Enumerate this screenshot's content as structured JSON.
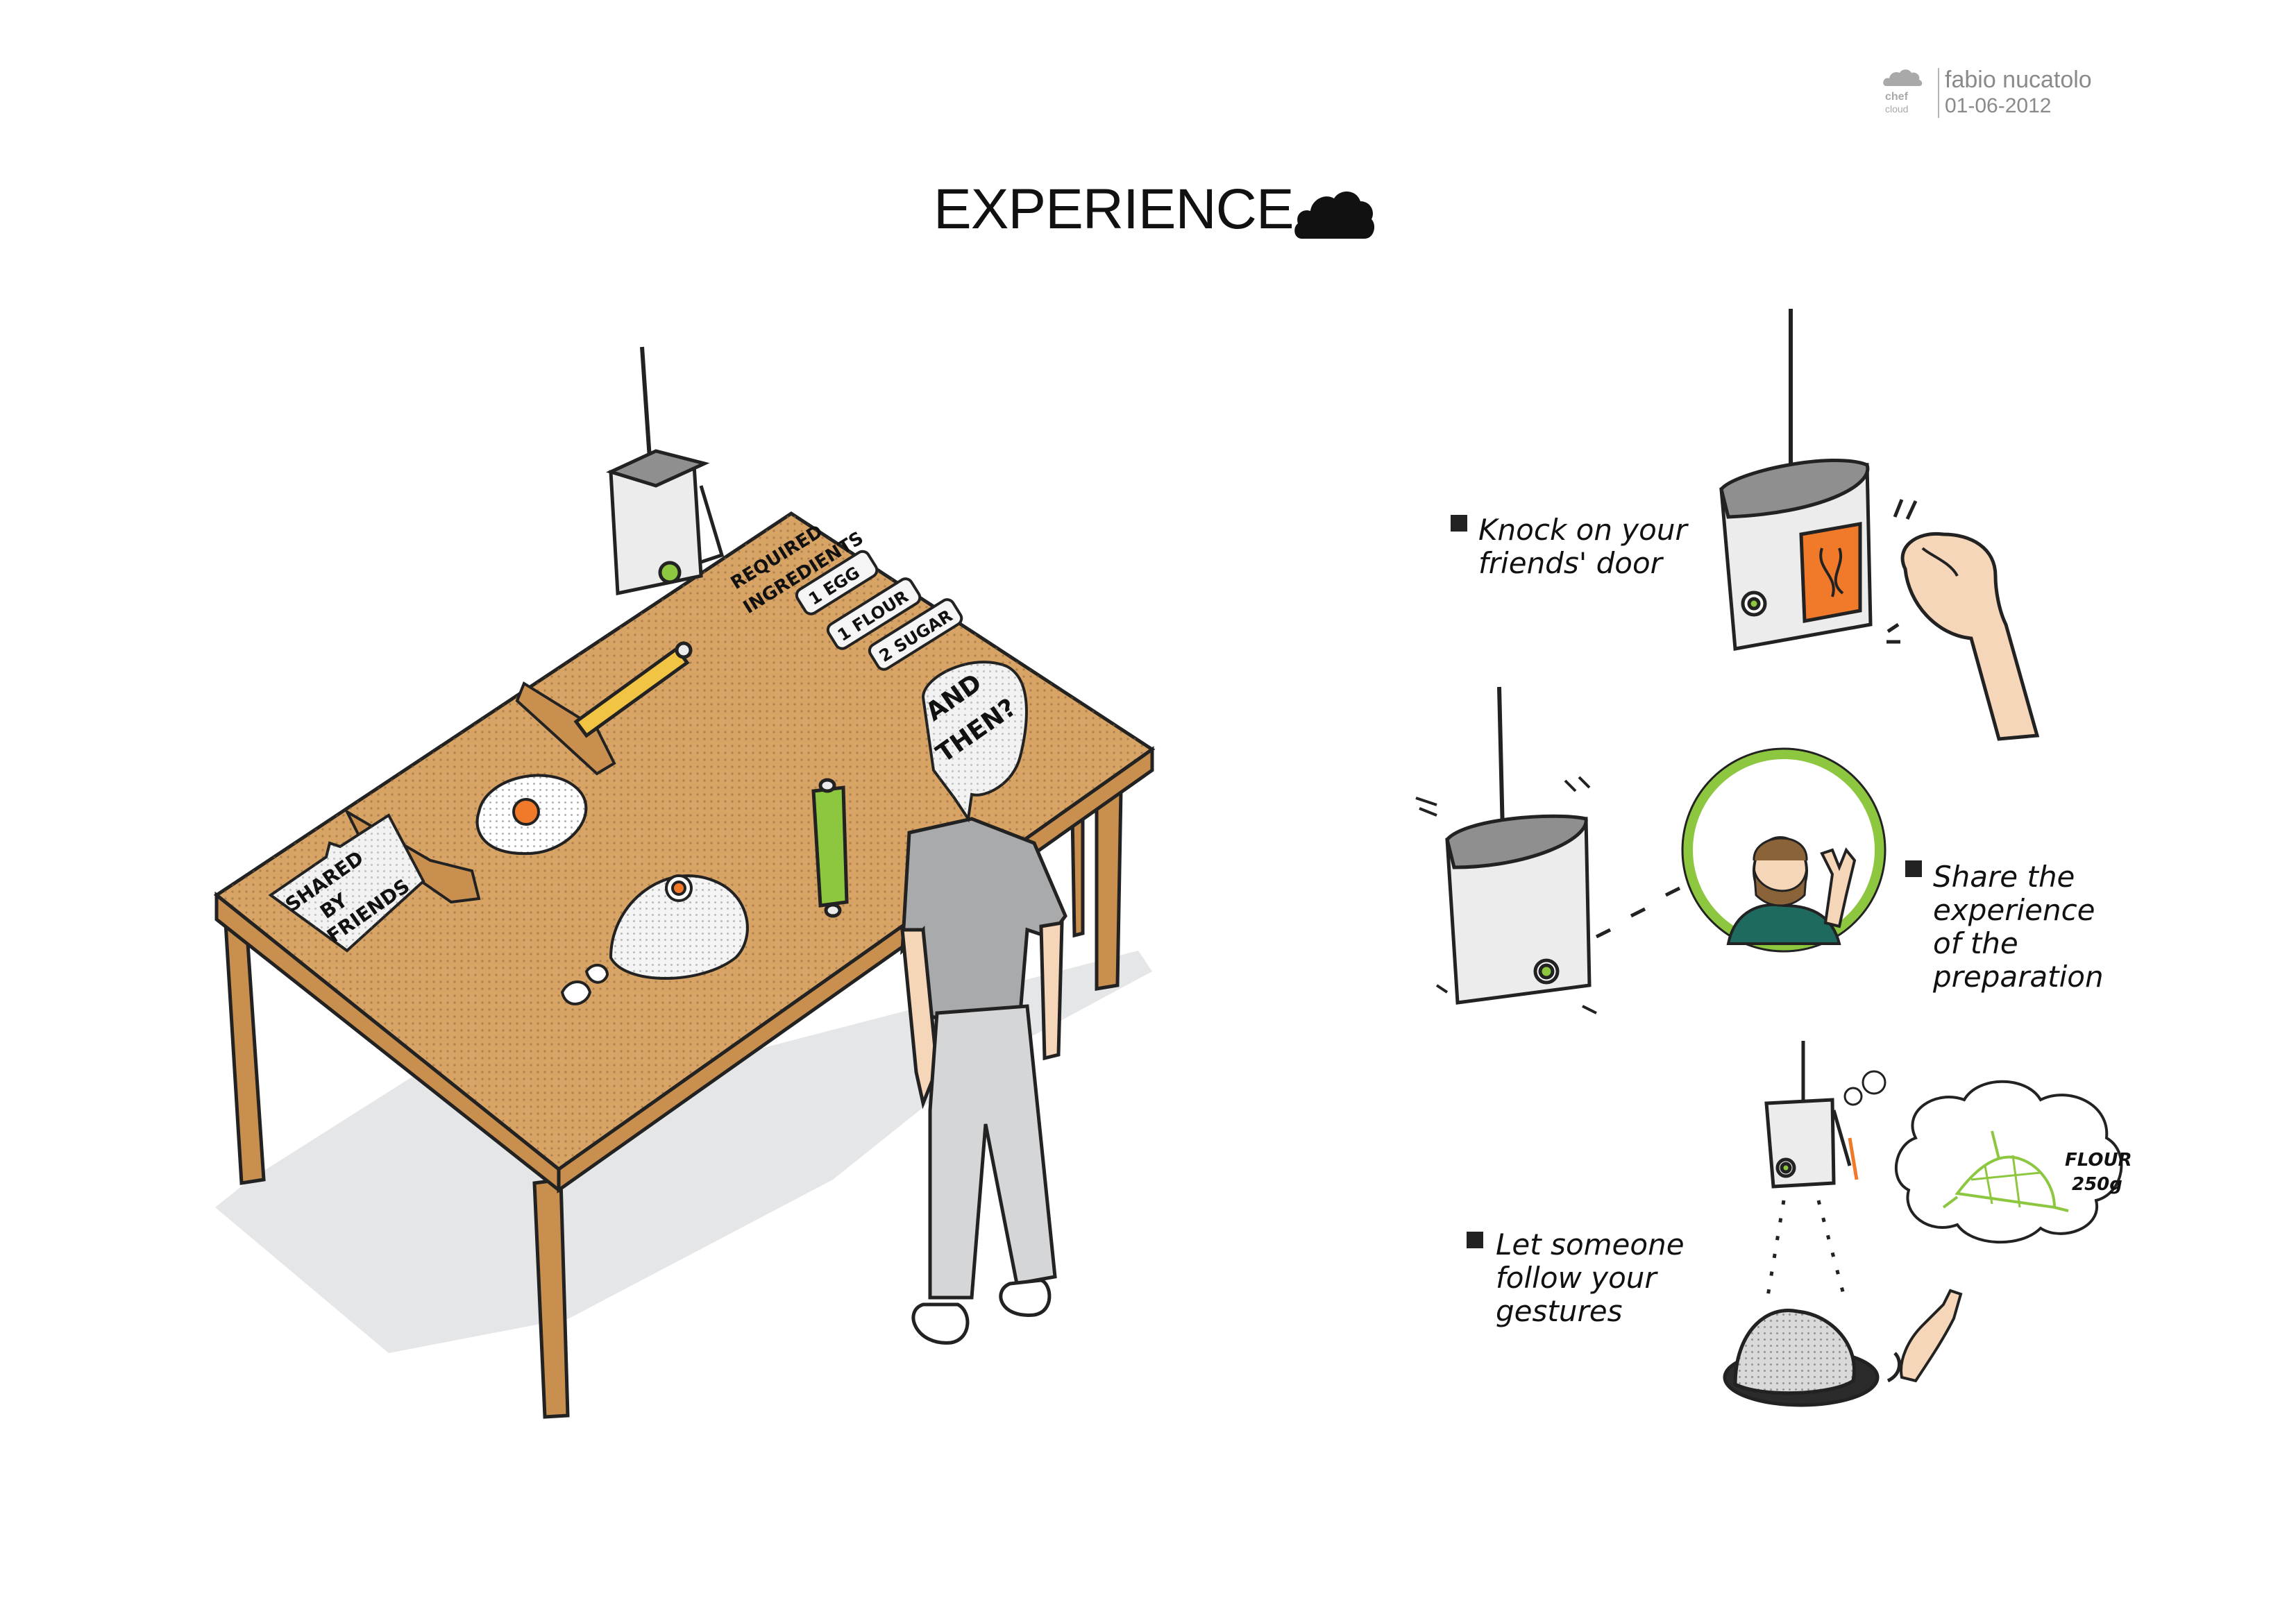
{
  "header": {
    "brand_top": "chef",
    "brand_bottom": "cloud",
    "author": "fabio nucatolo",
    "date": "01-06-2012"
  },
  "title": "EXPERIENCE",
  "main_scene": {
    "bubble_top": [
      "AND",
      "THEN?"
    ],
    "bubble_left": [
      "SHARED",
      "BY",
      "FRIENDS"
    ],
    "table_note": [
      "REQUIRED",
      "INGREDIENTS"
    ],
    "ingredient_tags": [
      "1 EGG",
      "1 FLOUR",
      "2 SUGAR"
    ]
  },
  "steps": [
    {
      "line1": "Knock on your",
      "line2": "friends' door",
      "line3": "",
      "line4": ""
    },
    {
      "line1": "Share the",
      "line2": "experience",
      "line3": "of the",
      "line4": "preparation"
    },
    {
      "line1": "Let someone",
      "line2": "follow your",
      "line3": "gestures",
      "line4": ""
    }
  ],
  "thought_bubble": {
    "label": "FLOUR",
    "amount": "250g"
  },
  "colors": {
    "table_top": "#d8a466",
    "table_leg": "#c98f4e",
    "shadow": "#e4e6e8",
    "accent_green": "#8dc63f",
    "accent_orange": "#f07a2a",
    "device_body": "#ececec",
    "device_lid": "#8f8f8f",
    "shirt": "#a9aaac",
    "pants": "#d5d6d8",
    "skin": "#f6d6b8",
    "teal": "#1f6a5e"
  }
}
